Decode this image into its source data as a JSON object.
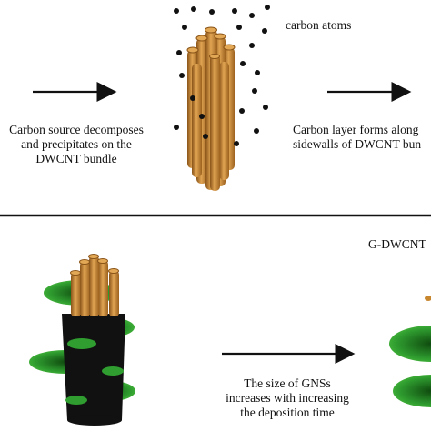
{
  "labels": {
    "carbon_atoms": "carbon atoms",
    "step1_line1": "Carbon source decomposes",
    "step1_line2": "and precipitates on the",
    "step1_line3": "DWCNT bundle",
    "step2_line1": "Carbon layer forms along",
    "step2_line2": "sidewalls of DWCNT bun",
    "product_title": "G-DWCNT",
    "step3_line1": "The size of GNSs",
    "step3_line2": "increases with increasing",
    "step3_line3": "the deposition time"
  },
  "colors": {
    "tube": "#c8862e",
    "tube_dark": "#8a5418",
    "tube_light": "#e2a856",
    "graphene": "#2f9d2f",
    "graphene_dark": "#145f14",
    "coating": "#111111",
    "atom": "#111111"
  }
}
